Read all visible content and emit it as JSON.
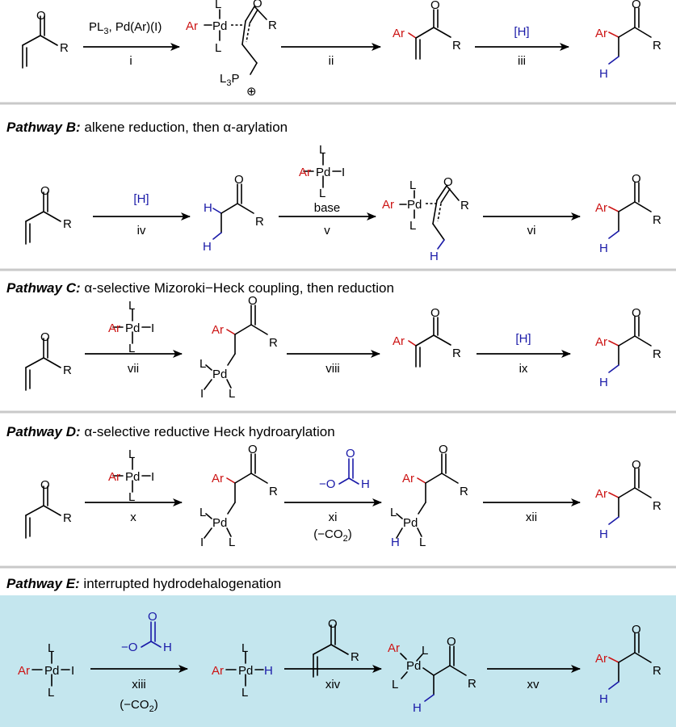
{
  "colors": {
    "aryl": "#cc1414",
    "hydride": "#1a1aa8",
    "highlight": "#c4e6ee",
    "separator": "#c9c9c9"
  },
  "atoms": {
    "ar": "Ar",
    "o": "O",
    "r": "R",
    "l": "L",
    "pd": "Pd",
    "i": "I",
    "h": "H",
    "minus_o": "−O",
    "phos": "L",
    "phos_sub": "3",
    "phos_p": "P",
    "plus": "⊕"
  },
  "pathway_a": {
    "reagent_1": "PL",
    "reagent_1_sub": "3",
    "reagent_1_rest": ", Pd(Ar)(I)",
    "steps": [
      "i",
      "ii",
      "iii"
    ],
    "reductant": "[H]"
  },
  "pathway_b": {
    "title_bold": "Pathway B:",
    "title_rest": " alkene reduction, then α-arylation",
    "reductant": "[H]",
    "base": "base",
    "steps": [
      "iv",
      "v",
      "vi"
    ]
  },
  "pathway_c": {
    "title_bold": "Pathway C:",
    "title_rest": " α-selective Mizoroki−Heck coupling, then reduction",
    "reductant": "[H]",
    "steps": [
      "vii",
      "viii",
      "ix"
    ]
  },
  "pathway_d": {
    "title_bold": "Pathway D:",
    "title_rest": " α-selective reductive Heck hydroarylation",
    "co2_note": "(−CO",
    "co2_sub": "2",
    "co2_close": ")",
    "steps": [
      "x",
      "xi",
      "xii"
    ]
  },
  "pathway_e": {
    "title_bold": "Pathway E:",
    "title_rest": " interrupted hydrodehalogenation",
    "co2_note": "(−CO",
    "co2_sub": "2",
    "co2_close": ")",
    "steps": [
      "xiii",
      "xiv",
      "xv"
    ]
  }
}
